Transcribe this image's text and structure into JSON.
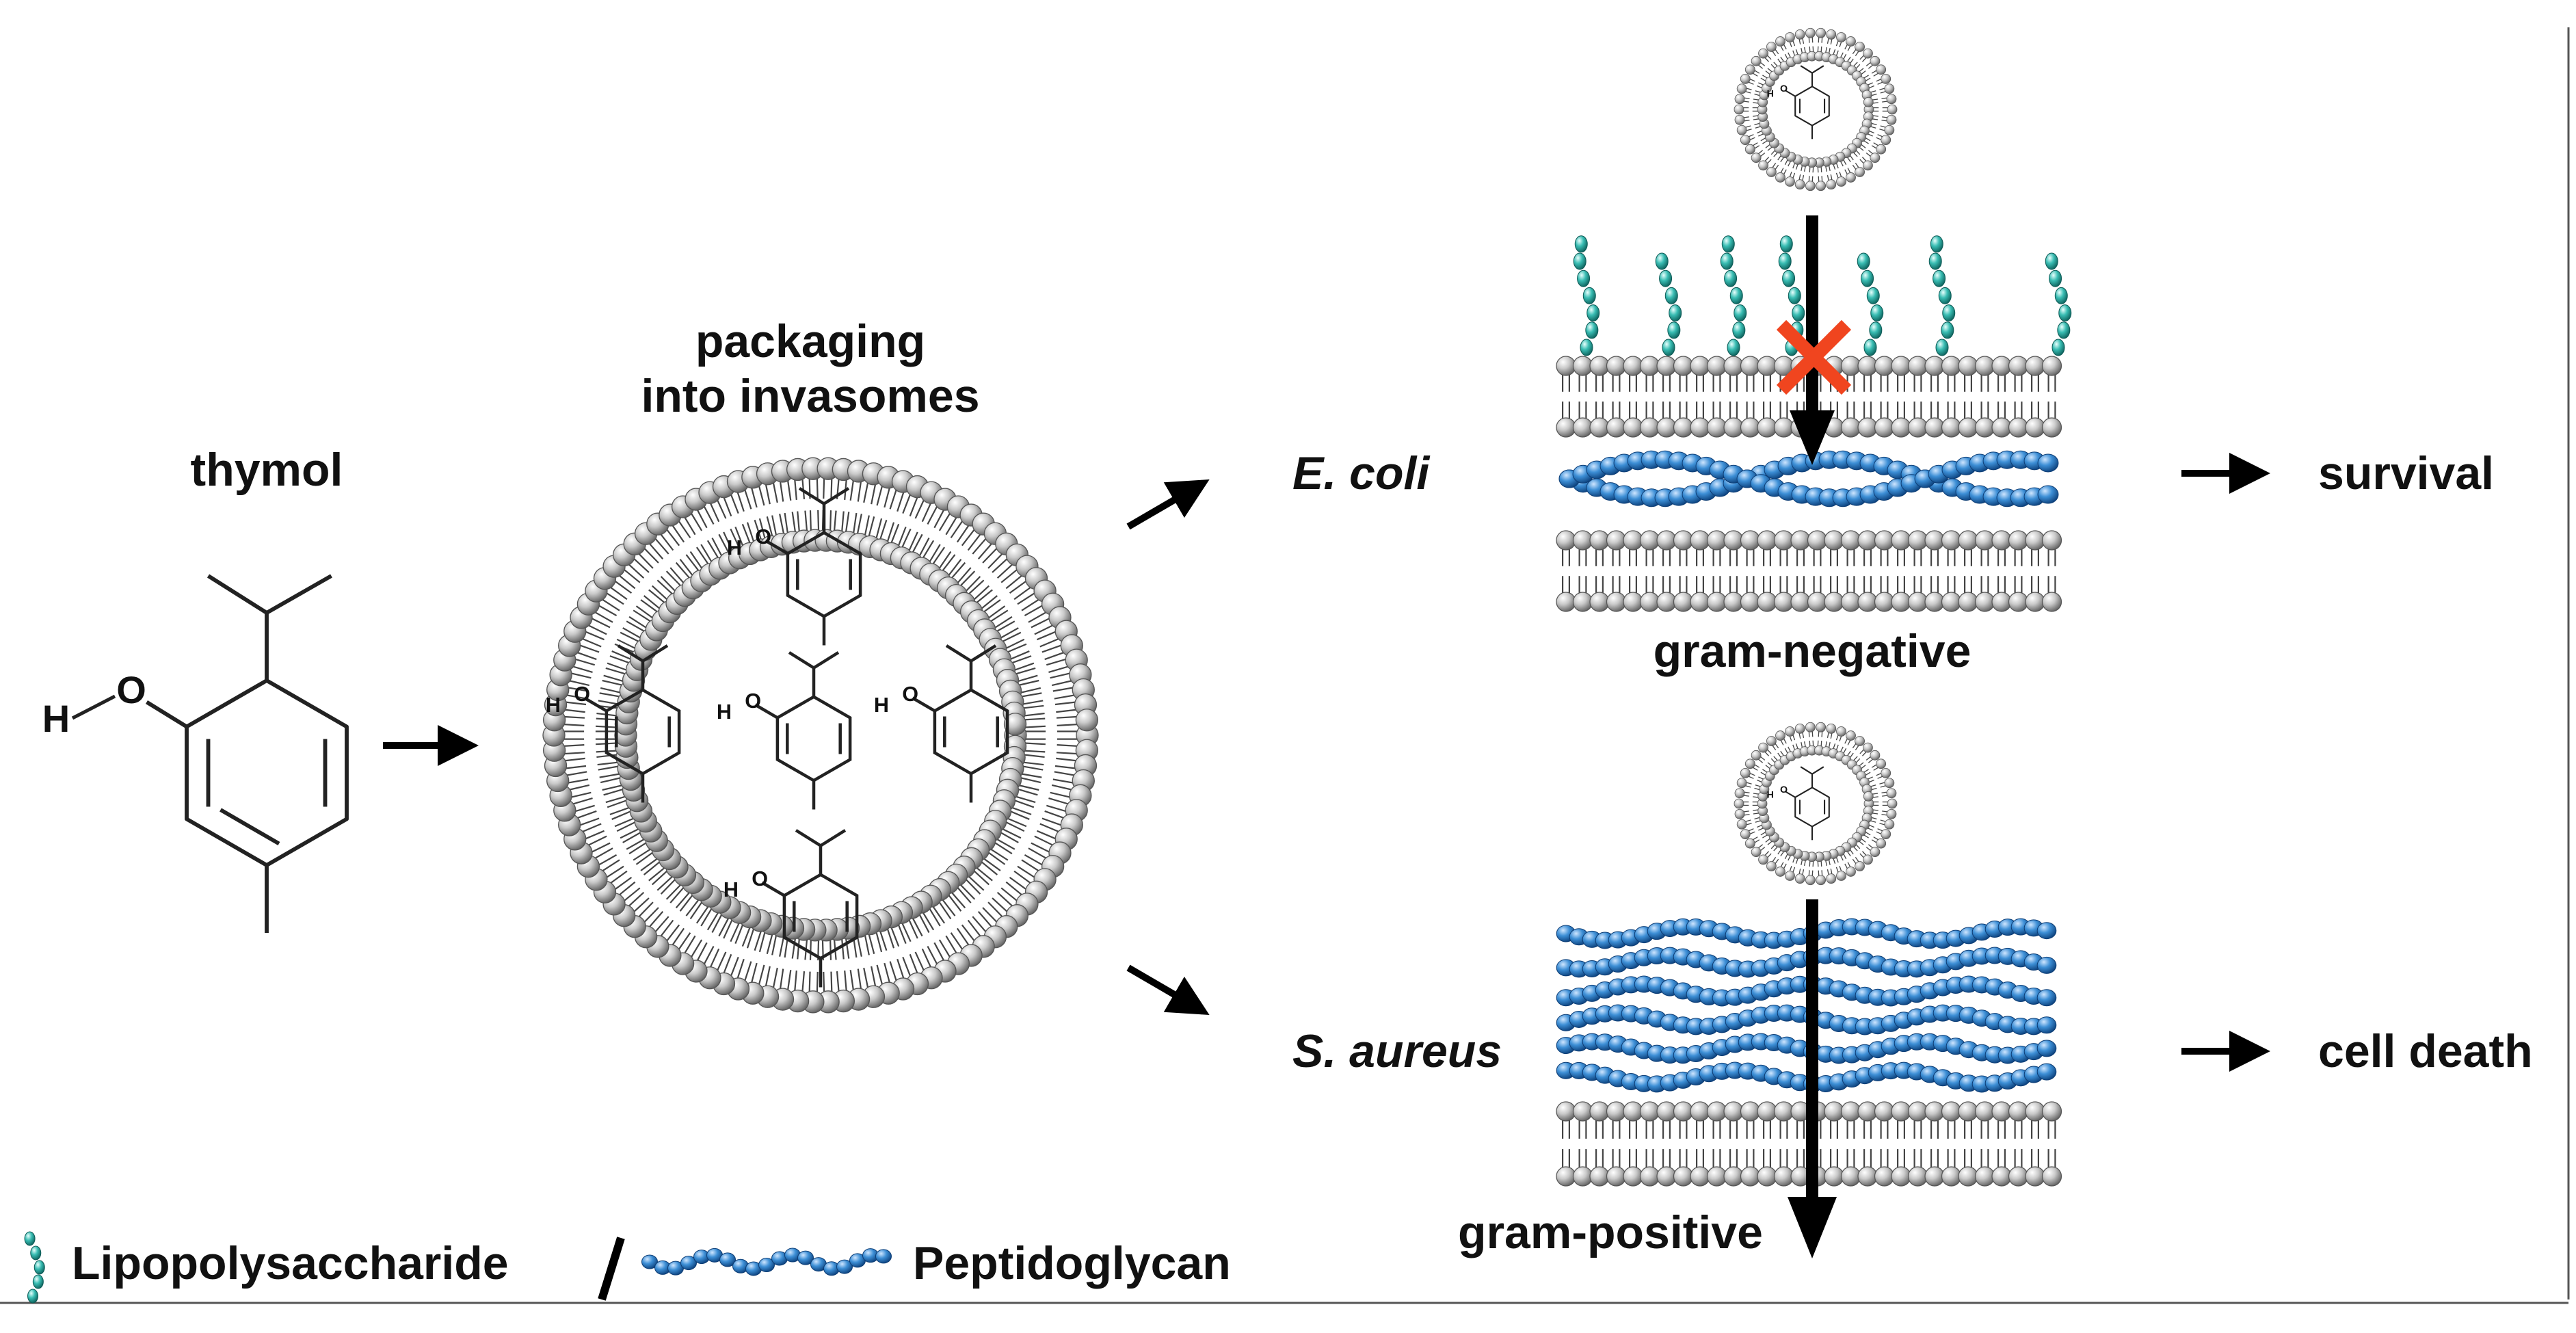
{
  "labels": {
    "thymol": "thymol",
    "packaging_line1": "packaging",
    "packaging_line2": "into invasomes",
    "e_coli": "E. coli",
    "s_aureus": "S. aureus",
    "gram_negative": "gram-negative",
    "gram_positive": "gram-positive",
    "survival": "survival",
    "cell_death": "cell death",
    "atom_h": "H",
    "atom_o": "O"
  },
  "legend": {
    "lps": "Lipopolysaccharide",
    "separator": "/",
    "pg": "Peptidoglycan"
  },
  "colors": {
    "lps": "#2fb6ae",
    "peptidoglycan": "#2b7fc8",
    "lipid_head": "#9c9c9c",
    "block_mark": "#f0451f",
    "arrow": "#000000"
  }
}
